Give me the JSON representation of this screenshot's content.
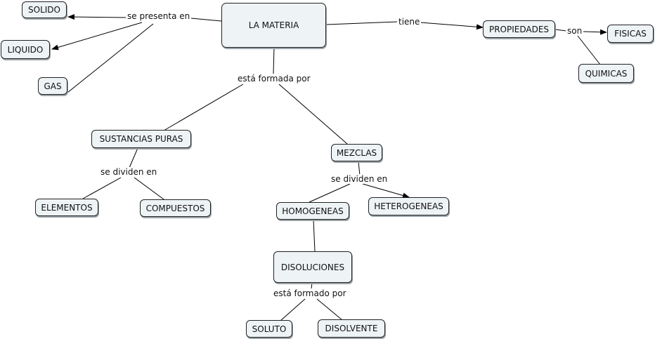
{
  "concepts": {
    "materia": "LA MATERIA",
    "solido": "SOLIDO",
    "liquido": "LIQUIDO",
    "gas": "GAS",
    "propiedades": "PROPIEDADES",
    "fisicas": "FISICAS",
    "quimicas": "QUIMICAS",
    "sustancias_puras": "SUSTANCIAS PURAS",
    "mezclas": "MEZCLAS",
    "elementos": "ELEMENTOS",
    "compuestos": "COMPUESTOS",
    "homogeneas": "HOMOGENEAS",
    "heterogeneas": "HETEROGENEAS",
    "disoluciones": "DISOLUCIONES",
    "soluto": "SOLUTO",
    "disolvente": "DISOLVENTE"
  },
  "linking_phrases": {
    "se_presenta_en": "se presenta en",
    "tiene": "tiene",
    "son": "son",
    "esta_formada_por": "está formada por",
    "se_dividen_en_sustancias": "se dividen en",
    "se_dividen_en_mezclas": "se dividen en",
    "esta_formado_por": "está formado por"
  }
}
